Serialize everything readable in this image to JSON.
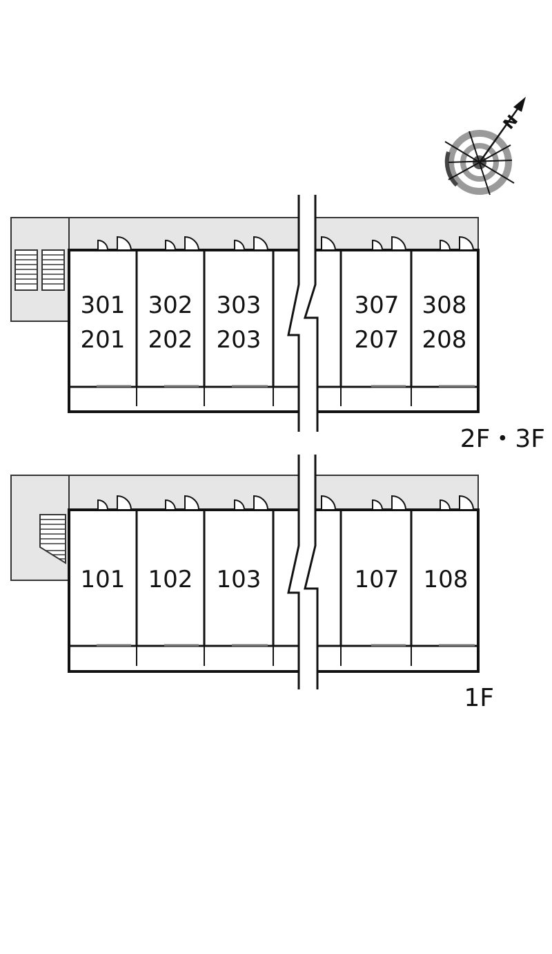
{
  "compass": {
    "north_label": "N",
    "icon": "compass-rose-icon"
  },
  "colors": {
    "corridor": "#e6e6e6",
    "wall": "#111111",
    "background": "#ffffff",
    "compass_ring": "#9a9a9a"
  },
  "upper": {
    "floor_label": "2F・3F",
    "rooms": [
      {
        "top": "301",
        "bottom": "201"
      },
      {
        "top": "302",
        "bottom": "202"
      },
      {
        "top": "303",
        "bottom": "203"
      },
      {
        "top": "",
        "bottom": ""
      },
      {
        "top": "",
        "bottom": ""
      },
      {
        "top": "307",
        "bottom": "207"
      },
      {
        "top": "308",
        "bottom": "208"
      }
    ]
  },
  "lower": {
    "floor_label": "1F",
    "rooms": [
      {
        "top": "101"
      },
      {
        "top": "102"
      },
      {
        "top": "103"
      },
      {
        "top": ""
      },
      {
        "top": ""
      },
      {
        "top": "107"
      },
      {
        "top": "108"
      }
    ]
  }
}
